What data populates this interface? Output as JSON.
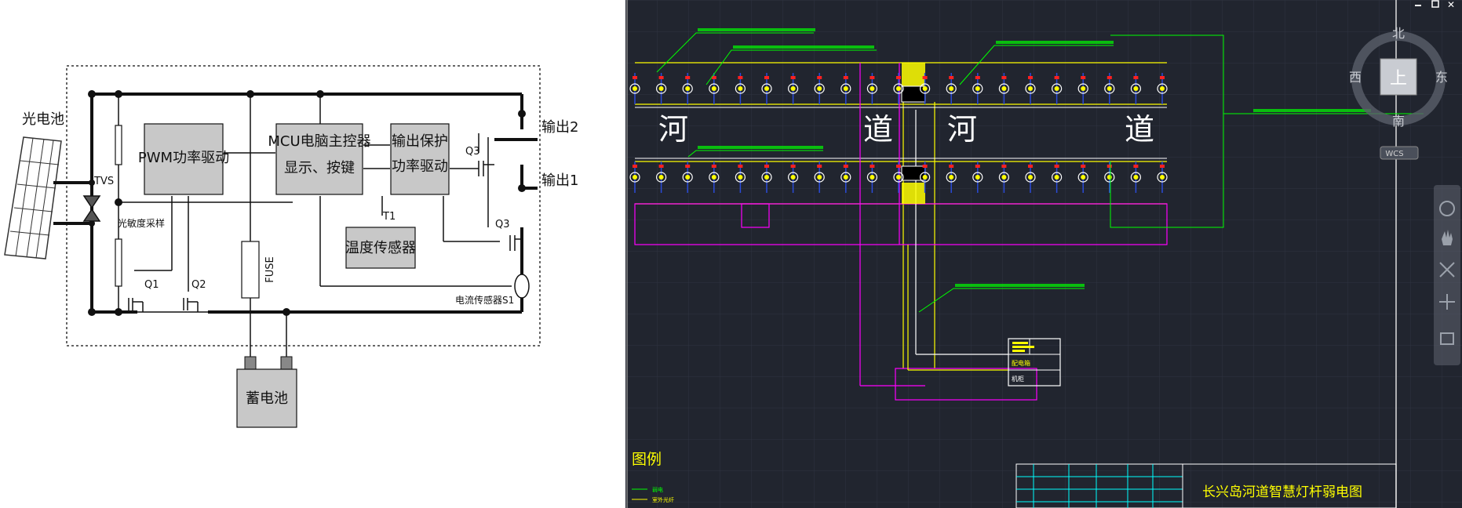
{
  "circuit": {
    "solar_panel_label": "光电池",
    "tvs_label": "TVS",
    "voltage_sample_label": "光敏度采样",
    "pwm_box_label": "PWM功率驱动",
    "mcu_box_line1": "MCU电脑主控器",
    "mcu_box_line2": "显示、按键",
    "output_box_line1": "输出保护",
    "output_box_line2": "功率驱动",
    "temp_box_label": "温度传感器",
    "t1_label": "T1",
    "q1_label": "Q1",
    "q2_label": "Q2",
    "q3_top_label": "Q3",
    "q3_bottom_label": "Q3",
    "fuse_label": "FUSE",
    "current_sensor_label": "电流传感器S1",
    "output2_label": "输出2",
    "output1_label": "输出1",
    "battery_label": "蓄电池"
  },
  "cad": {
    "river_char_1": "河",
    "road_char_1": "道",
    "river_char_2": "河",
    "road_char_2": "道",
    "legend_title": "图例",
    "legend_item_1": "弱电",
    "legend_item_2": "室外光纤",
    "title_block_text": "长兴岛河道智慧灯杆弱电图",
    "cabinet_row_1": "配电箱",
    "cabinet_row_2": "机柜",
    "wcs_label": "WCS",
    "compass_north": "北",
    "compass_south": "南",
    "compass_east": "东",
    "compass_west": "西",
    "compass_center": "上",
    "colors": {
      "background": "#21252f",
      "annotation_green": "#00ff00",
      "yellow": "#ffff00",
      "magenta": "#ff00ff",
      "cyan": "#00ffff"
    }
  }
}
